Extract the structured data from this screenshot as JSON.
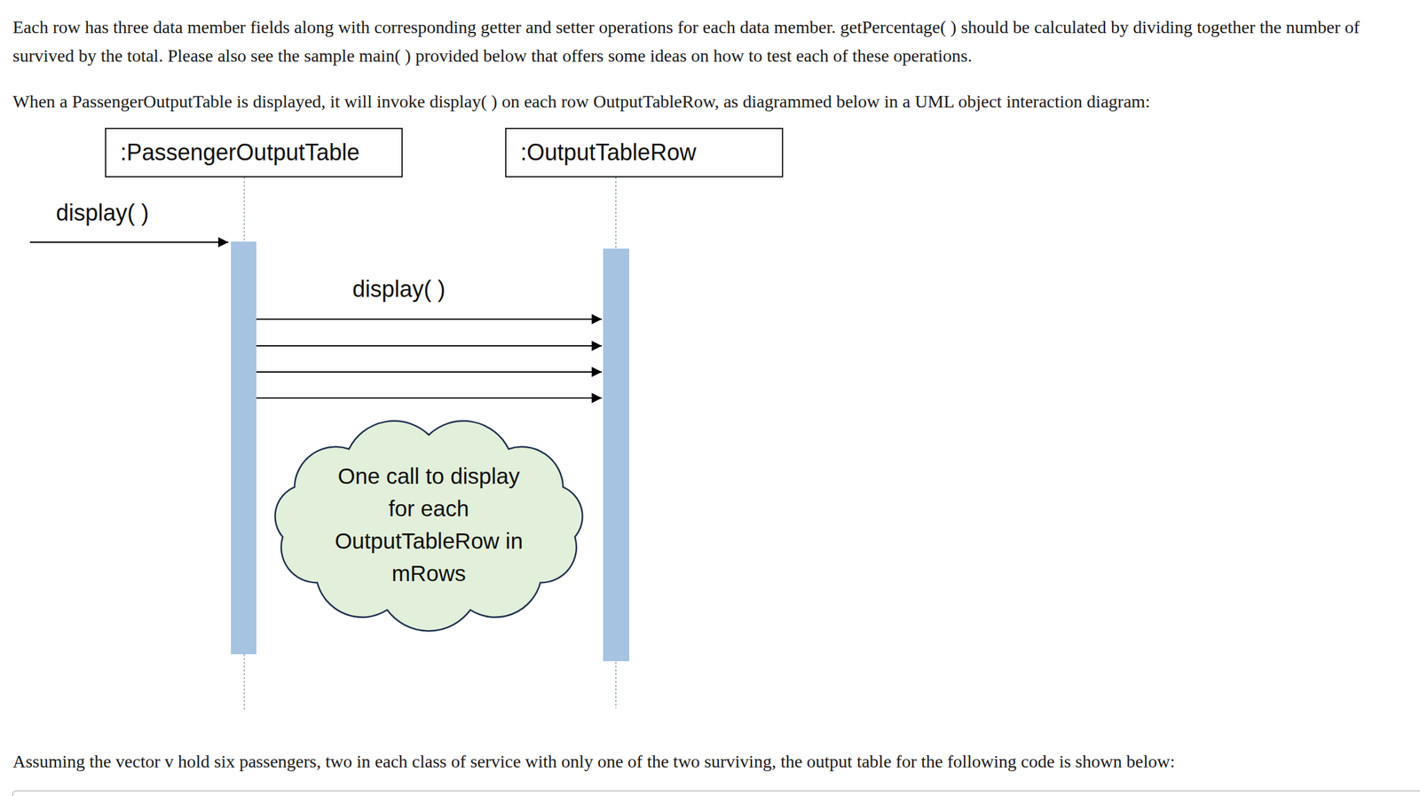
{
  "diagram": {
    "nodes": [
      {
        "text": [
          ":PassengerOutputTable"
        ]
      },
      {
        "text": [
          ":OutputTableRow"
        ]
      },
      {
        "text": [
          "One call to display for each OutputTableRow in mRows"
        ]
      }
    ],
    "labels": [
      "Each row has three data member fields along with corresponding getter and setter operations for each data member. getPercentage( ) should be calculated by dividing together the number of survived by the total. Please also see the sample main( ) provided below that offers some ideas on how to test each of these operations.",
      "When a PassengerOutputTable is displayed, it will invoke display( ) on each row OutputTableRow, as diagrammed below in a UML object interaction diagram:",
      "display( )",
      "display( )",
      "Assuming the vector v hold six passengers, two in each class of service with only one of the two surviving, the output table for the following code is shown below:"
    ]
  }
}
